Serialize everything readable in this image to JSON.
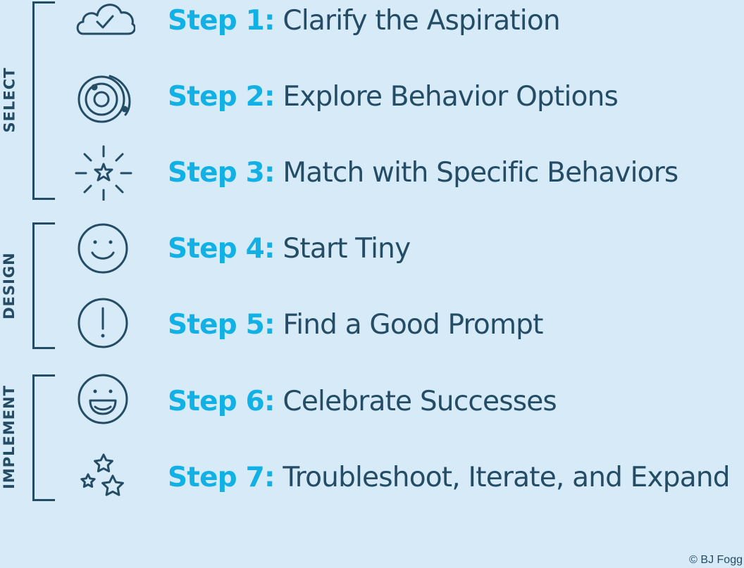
{
  "phases": [
    {
      "label": "SELECT"
    },
    {
      "label": "DESIGN"
    },
    {
      "label": "IMPLEMENT"
    }
  ],
  "steps": [
    {
      "number": "Step 1:",
      "title": "Clarify the Aspiration",
      "icon": "cloud-check-icon"
    },
    {
      "number": "Step 2:",
      "title": "Explore Behavior Options",
      "icon": "orbit-target-icon"
    },
    {
      "number": "Step 3:",
      "title": "Match with Specific Behaviors",
      "icon": "sparkle-star-icon"
    },
    {
      "number": "Step 4:",
      "title": "Start Tiny",
      "icon": "smile-face-icon"
    },
    {
      "number": "Step 5:",
      "title": "Find a Good Prompt",
      "icon": "exclamation-circle-icon"
    },
    {
      "number": "Step 6:",
      "title": "Celebrate Successes",
      "icon": "grin-face-icon"
    },
    {
      "number": "Step 7:",
      "title": "Troubleshoot, Iterate, and Expand",
      "icon": "three-stars-icon"
    }
  ],
  "copyright": "© BJ Fogg",
  "colors": {
    "background": "#d6eaf8",
    "accent": "#11b1e6",
    "text": "#244c64"
  }
}
